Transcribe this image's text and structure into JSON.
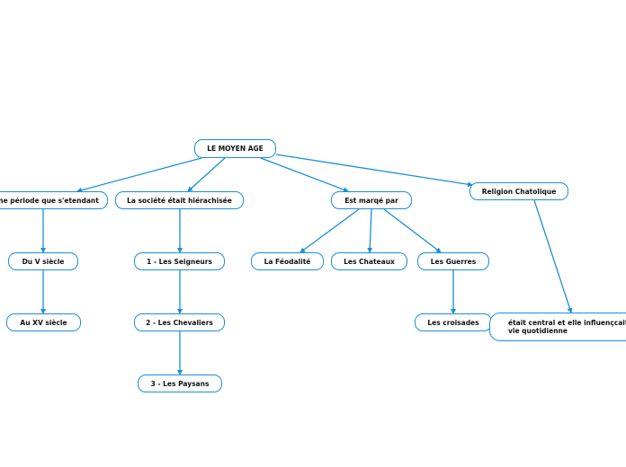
{
  "mindmap": {
    "root": "LE MOYEN AGE",
    "nodes": {
      "periode": "Une période que s'etendant",
      "du_v": "Du V siècle",
      "au_xv": "Au XV siècle",
      "societe": "La société était hiérachisée",
      "seigneurs": "1 - Les Seigneurs",
      "chevaliers": "2 - Les Chevaliers",
      "paysans": "3 - Les Paysans",
      "marque": "Est marqé par",
      "feodalite": "La Féodalité",
      "chateaux": "Les Chateaux",
      "guerres": "Les Guerres",
      "croisades": "Les croisades",
      "religion": "Religion Chatolique",
      "central": "était central et elle influençcait la vie quotidienne"
    },
    "colors": {
      "accent": "#1b8fd9",
      "text": "#111111",
      "background": "#ffffff"
    }
  }
}
